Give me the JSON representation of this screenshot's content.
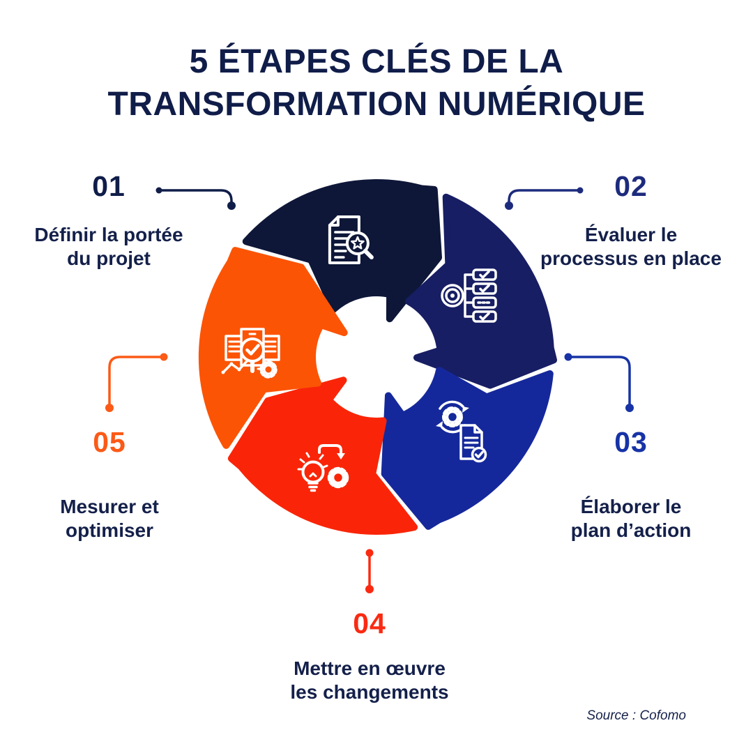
{
  "title": {
    "line1": "5 ÉTAPES CLÉS DE LA",
    "line2": "TRANSFORMATION NUMÉRIQUE",
    "color": "#101d49"
  },
  "diagram": {
    "type": "cycle",
    "direction": "clockwise",
    "step_count": "5",
    "label_color": "#14204a",
    "icon_stroke_color": "#ffffff"
  },
  "steps": [
    {
      "number": "01",
      "label_line1": "Définir la portée",
      "label_line2": "du projet",
      "color": "#0e1738",
      "accent": "#101d49",
      "icon": "document-search-star-icon"
    },
    {
      "number": "02",
      "label_line1": "Évaluer le",
      "label_line2": "processus en place",
      "color": "#171e63",
      "accent": "#1d2b7d",
      "icon": "target-checklist-icon"
    },
    {
      "number": "03",
      "label_line1": "Élaborer le",
      "label_line2": "plan d’action",
      "color": "#15289b",
      "accent": "#1733a6",
      "icon": "gear-sync-document-icon"
    },
    {
      "number": "04",
      "label_line1": "Mettre en œuvre",
      "label_line2": "les changements",
      "color": "#fa2508",
      "accent": "#fa2a12",
      "icon": "lightbulb-gear-icon"
    },
    {
      "number": "05",
      "label_line1": "Mesurer et",
      "label_line2": "optimiser",
      "color": "#fc5405",
      "accent": "#fb5a17",
      "icon": "analysis-search-gear-icon"
    }
  ],
  "source": {
    "text": "Source : Cofomo"
  }
}
